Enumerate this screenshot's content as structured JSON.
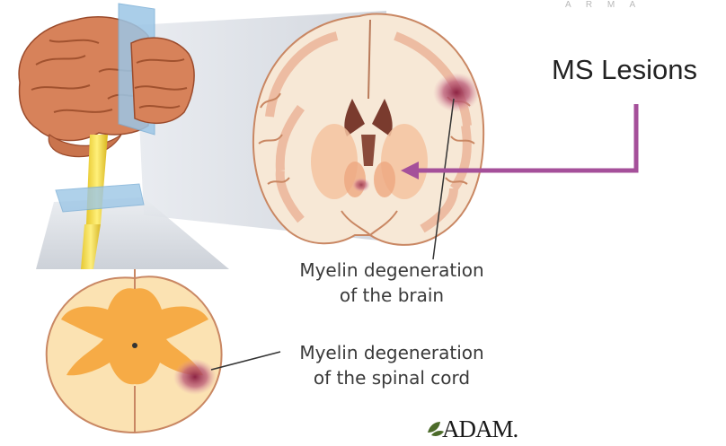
{
  "watermark": "A R M A",
  "ms_label": "MS Lesions",
  "brain_label": [
    "Myelin degeneration",
    "of the brain"
  ],
  "cord_label": [
    "Myelin degeneration",
    "of the spinal cord"
  ],
  "logo": "ADAM.",
  "colors": {
    "arrow": "#a5509a",
    "white_matter": "#f7e8d6",
    "gray_matter": "#f4c3a0",
    "lesion": "#a03556",
    "brain_surface": "#d9845a",
    "cord_gray": "#f5a53a",
    "spinal_stem": "#f1dc3a"
  }
}
